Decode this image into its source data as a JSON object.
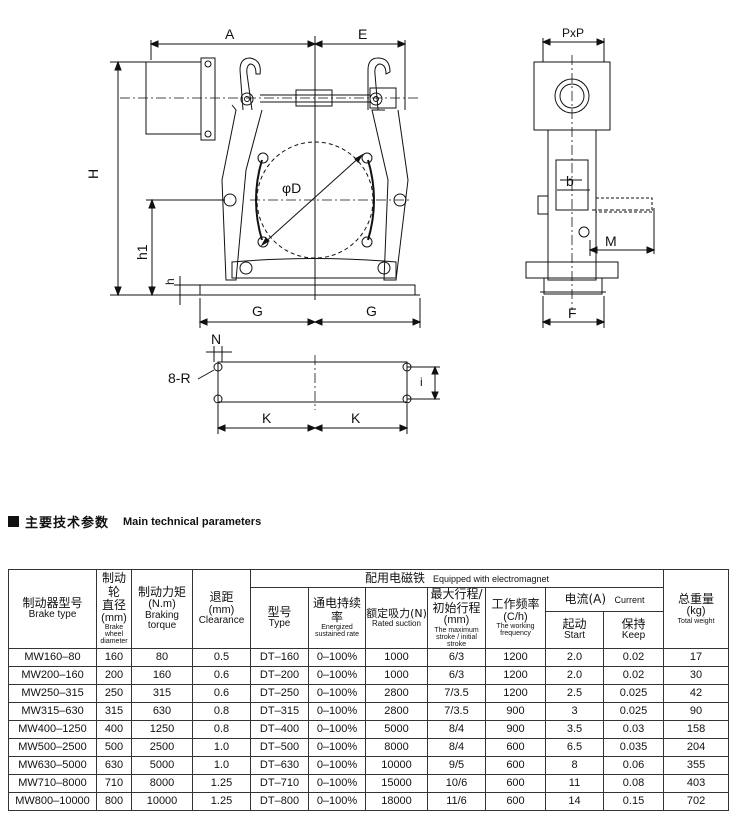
{
  "drawing": {
    "labels": {
      "A": "A",
      "E": "E",
      "H": "H",
      "h1": "h1",
      "h": "h",
      "phiD": "φD",
      "G_left": "G",
      "G_right": "G",
      "PxP": "PxP",
      "b": "b",
      "M": "M",
      "F": "F",
      "N": "N",
      "R": "8-R",
      "i": "i",
      "K_left": "K",
      "K_right": "K"
    }
  },
  "section": {
    "title_zh": "主要技术参数",
    "title_en": "Main technical parameters"
  },
  "table": {
    "group_header": {
      "zh": "配用电磁铁",
      "en": "Equipped with electromagnet"
    },
    "current_header": {
      "zh": "电流(A)",
      "en": "Current"
    },
    "headers": {
      "model": {
        "zh": "制动器型号",
        "en": "Brake type"
      },
      "wheel": {
        "zh1": "制动轮",
        "zh2": "直径",
        "unit": "(mm)",
        "en1": "Brake",
        "en2": "wheel",
        "en3": "diameter"
      },
      "torque": {
        "zh": "制动力矩",
        "unit": "(N.m)",
        "en": "Braking torque"
      },
      "clearance": {
        "zh": "退距",
        "unit": "(mm)",
        "en": "Clearance"
      },
      "type": {
        "zh": "型号",
        "en": "Type"
      },
      "rate": {
        "zh": "通电持续率",
        "en1": "Energized",
        "en2": "sustained rate"
      },
      "suction": {
        "zh": "额定吸力(N)",
        "en": "Rated suction"
      },
      "stroke": {
        "zh1": "最大行程/",
        "zh2": "初始行程",
        "unit": "(mm)",
        "en1": "The maximum",
        "en2": "stroke / initial stroke"
      },
      "freq": {
        "zh": "工作频率",
        "unit": "(C/h)",
        "en1": "The working",
        "en2": "frequency"
      },
      "start": {
        "zh": "起动",
        "en": "Start"
      },
      "keep": {
        "zh": "保持",
        "en": "Keep"
      },
      "weight": {
        "zh": "总重量",
        "unit": "(kg)",
        "en": "Total weight"
      }
    },
    "rows": [
      [
        "MW160–80",
        "160",
        "80",
        "0.5",
        "DT–160",
        "0–100%",
        "1000",
        "6/3",
        "1200",
        "2.0",
        "0.02",
        "17"
      ],
      [
        "MW200–160",
        "200",
        "160",
        "0.6",
        "DT–200",
        "0–100%",
        "1000",
        "6/3",
        "1200",
        "2.0",
        "0.02",
        "30"
      ],
      [
        "MW250–315",
        "250",
        "315",
        "0.6",
        "DT–250",
        "0–100%",
        "2800",
        "7/3.5",
        "1200",
        "2.5",
        "0.025",
        "42"
      ],
      [
        "MW315–630",
        "315",
        "630",
        "0.8",
        "DT–315",
        "0–100%",
        "2800",
        "7/3.5",
        "900",
        "3",
        "0.025",
        "90"
      ],
      [
        "MW400–1250",
        "400",
        "1250",
        "0.8",
        "DT–400",
        "0–100%",
        "5000",
        "8/4",
        "900",
        "3.5",
        "0.03",
        "158"
      ],
      [
        "MW500–2500",
        "500",
        "2500",
        "1.0",
        "DT–500",
        "0–100%",
        "8000",
        "8/4",
        "600",
        "6.5",
        "0.035",
        "204"
      ],
      [
        "MW630–5000",
        "630",
        "5000",
        "1.0",
        "DT–630",
        "0–100%",
        "10000",
        "9/5",
        "600",
        "8",
        "0.06",
        "355"
      ],
      [
        "MW710–8000",
        "710",
        "8000",
        "1.25",
        "DT–710",
        "0–100%",
        "15000",
        "10/6",
        "600",
        "11",
        "0.08",
        "403"
      ],
      [
        "MW800–10000",
        "800",
        "10000",
        "1.25",
        "DT–800",
        "0–100%",
        "18000",
        "11/6",
        "600",
        "14",
        "0.15",
        "702"
      ]
    ]
  }
}
